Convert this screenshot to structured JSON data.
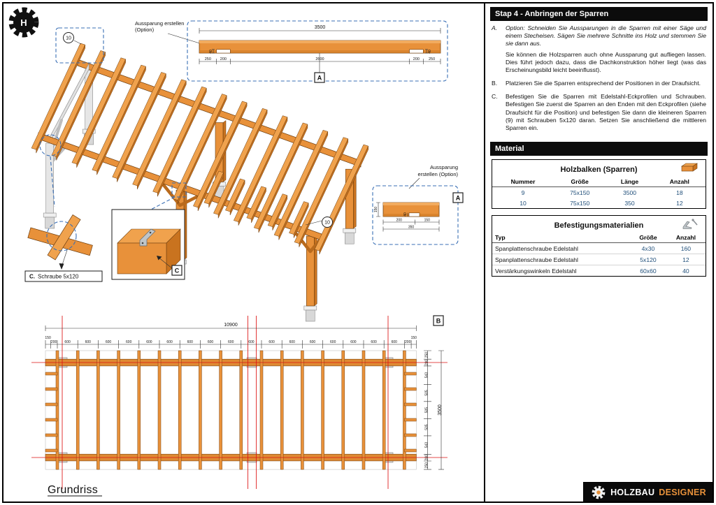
{
  "branding": {
    "corner_letter": "H",
    "footer_1": "HOLZBAU",
    "footer_2": "DESIGNER"
  },
  "step_header": "Stap 4 - Anbringen der Sparren",
  "instructions": [
    {
      "letter": "A.",
      "p1": "Option: Schneiden Sie Aussparungen in die Sparren mit einer Säge und einem Stecheisen. Sägen Sie mehrere Schnitte ins Holz und stemmen Sie sie dann aus.",
      "p2": "Sie können die Holzsparren auch ohne Aussparung gut aufliegen lassen. Dies führt jedoch dazu, dass die Dachkonstruktion höher liegt (was das Erscheinungsbild leicht beeinflusst)."
    },
    {
      "letter": "B.",
      "p1": "Platzieren Sie die Sparren entsprechend der Positionen in der Draufsicht."
    },
    {
      "letter": "C.",
      "p1": "Befestigen Sie die Sparren mit Edelstahl-Eckprofilen und Schrauben. Befestigen Sie zuerst die Sparren an den Enden mit den Eckprofilen (siehe Draufsicht für die Position) und befestigen Sie dann die kleineren Sparren (9) mit Schrauben 5x120 daran. Setzen Sie anschließend die mittleren Sparren ein."
    }
  ],
  "material_header": "Material",
  "tables": {
    "holz": {
      "title": "Holzbalken (Sparren)",
      "col0": "Nummer",
      "col1": "Größe",
      "col2": "Länge",
      "col3": "Anzahl",
      "rows": [
        [
          "9",
          "75x150",
          "3500",
          "18"
        ],
        [
          "10",
          "75x150",
          "350",
          "12"
        ]
      ]
    },
    "bef": {
      "title": "Befestigungsmaterialien",
      "col0": "Typ",
      "col1": "Größe",
      "col2": "Anzahl",
      "rows": [
        [
          "Spanplattenschraube Edelstahl",
          "4x30",
          "160"
        ],
        [
          "Spanplattenschraube Edelstahl",
          "5x120",
          "12"
        ],
        [
          "Verstärkungswinkeln Edelstahl",
          "60x60",
          "40"
        ]
      ]
    }
  },
  "drawing": {
    "part10": "10",
    "marker_c": "C",
    "note_c": {
      "prefix": "C.",
      "text": "Schraube 5x120"
    },
    "detail_a": {
      "callout1": "Aussparung erstellen",
      "callout2": "(Option)",
      "total": "3500",
      "dims": [
        "250",
        "200",
        "2600",
        "200",
        "250"
      ],
      "notch": "40",
      "marker": "A"
    },
    "detail_small": {
      "callout1": "Aussparung",
      "callout2": "erstellen (Option)",
      "height": "150",
      "notch": "40",
      "dims": [
        "200",
        "150"
      ],
      "total": "350",
      "marker": "A"
    },
    "floorplan": {
      "title": "Grundriss",
      "marker": "B",
      "total_length": "10900",
      "total_width": "3500",
      "top_dims": [
        "150",
        "200",
        "600",
        "600",
        "600",
        "600",
        "600",
        "600",
        "600",
        "600",
        "600",
        "600",
        "600",
        "600",
        "600",
        "600",
        "600",
        "600",
        "600",
        "200",
        "150"
      ],
      "right_dims": [
        "250",
        "200",
        "543",
        "505",
        "505",
        "505",
        "543",
        "200",
        "250"
      ]
    }
  }
}
